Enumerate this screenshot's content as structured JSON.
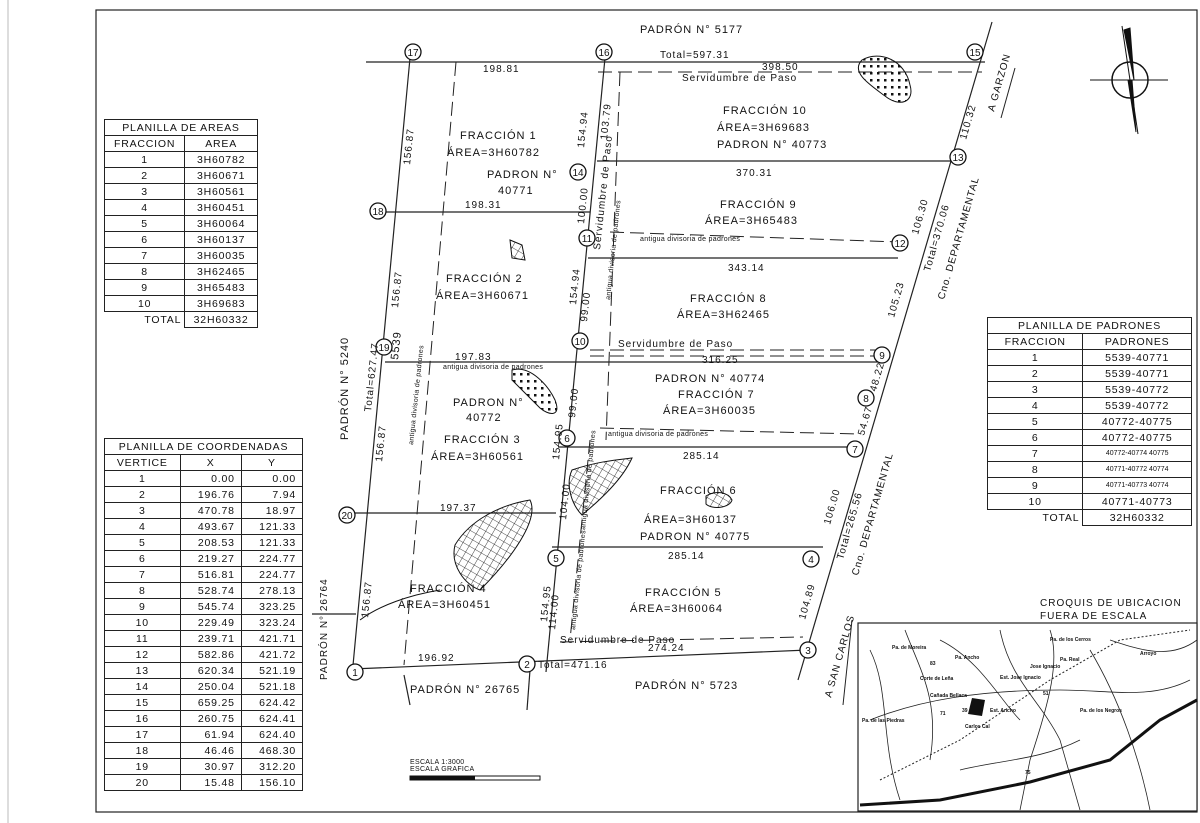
{
  "areas_table": {
    "title": "PLANILLA DE AREAS",
    "headers": [
      "FRACCION",
      "AREA"
    ],
    "rows": [
      [
        "1",
        "3H60782"
      ],
      [
        "2",
        "3H60671"
      ],
      [
        "3",
        "3H60561"
      ],
      [
        "4",
        "3H60451"
      ],
      [
        "5",
        "3H60064"
      ],
      [
        "6",
        "3H60137"
      ],
      [
        "7",
        "3H60035"
      ],
      [
        "8",
        "3H62465"
      ],
      [
        "9",
        "3H65483"
      ],
      [
        "10",
        "3H69683"
      ]
    ],
    "total_label": "TOTAL",
    "total_value": "32H60332"
  },
  "coords_table": {
    "title": "PLANILLA DE COORDENADAS",
    "headers": [
      "VERTICE",
      "X",
      "Y"
    ],
    "rows": [
      [
        "1",
        "0.00",
        "0.00"
      ],
      [
        "2",
        "196.76",
        "7.94"
      ],
      [
        "3",
        "470.78",
        "18.97"
      ],
      [
        "4",
        "493.67",
        "121.33"
      ],
      [
        "5",
        "208.53",
        "121.33"
      ],
      [
        "6",
        "219.27",
        "224.77"
      ],
      [
        "7",
        "516.81",
        "224.77"
      ],
      [
        "8",
        "528.74",
        "278.13"
      ],
      [
        "9",
        "545.74",
        "323.25"
      ],
      [
        "10",
        "229.49",
        "323.24"
      ],
      [
        "11",
        "239.71",
        "421.71"
      ],
      [
        "12",
        "582.86",
        "421.72"
      ],
      [
        "13",
        "620.34",
        "521.19"
      ],
      [
        "14",
        "250.04",
        "521.18"
      ],
      [
        "15",
        "659.25",
        "624.42"
      ],
      [
        "16",
        "260.75",
        "624.41"
      ],
      [
        "17",
        "61.94",
        "624.40"
      ],
      [
        "18",
        "46.46",
        "468.30"
      ],
      [
        "19",
        "30.97",
        "312.20"
      ],
      [
        "20",
        "15.48",
        "156.10"
      ]
    ]
  },
  "padrones_table": {
    "title": "PLANILLA DE PADRONES",
    "headers": [
      "FRACCION",
      "PADRONES"
    ],
    "rows": [
      [
        "1",
        "5539-40771"
      ],
      [
        "2",
        "5539-40771"
      ],
      [
        "3",
        "5539-40772"
      ],
      [
        "4",
        "5539-40772"
      ],
      [
        "5",
        "40772-40775"
      ],
      [
        "6",
        "40772-40775"
      ],
      [
        "7",
        "40772-40774 40775"
      ],
      [
        "8",
        "40771-40772 40774"
      ],
      [
        "9",
        "40771-40773 40774"
      ],
      [
        "10",
        "40771-40773"
      ]
    ],
    "total_label": "TOTAL",
    "total_value": "32H60332"
  },
  "vertices": [
    "1",
    "2",
    "3",
    "4",
    "5",
    "6",
    "7",
    "8",
    "9",
    "10",
    "11",
    "12",
    "13",
    "14",
    "15",
    "16",
    "17",
    "18",
    "19",
    "20"
  ],
  "plan": {
    "padron_5177": "PADRÓN N° 5177",
    "total_top": "Total=597.31",
    "d_198_81": "198.81",
    "d_398_50": "398.50",
    "serv_top": "Servidumbre de Paso",
    "f10_name": "FRACCIÓN 10",
    "f10_area": "ÁREA=3H69683",
    "f10_padron": "PADRON N° 40773",
    "f1_name": "FRACCIÓN 1",
    "f1_area": "ÁREA=3H60782",
    "f1_padron": "PADRON N°",
    "f1_padron_no": "40771",
    "d_370_31": "370.31",
    "d_198_31": "198.31",
    "f9_name": "FRACCIÓN 9",
    "f9_area": "ÁREA=3H65483",
    "antigua": "antigua divisoria de padrones",
    "d_343_14": "343.14",
    "f2_name": "FRACCIÓN 2",
    "f2_area": "ÁREA=3H60671",
    "f8_name": "FRACCIÓN 8",
    "f8_area": "ÁREA=3H62465",
    "serv_mid": "Servidumbre de Paso",
    "d_316_25": "316.25",
    "d_197_83": "197.83",
    "f7_padron": "PADRON N° 40774",
    "f7_name": "FRACCIÓN 7",
    "f7_area": "ÁREA=3H60035",
    "f3_padron": "PADRON N°",
    "f3_padron_no": "40772",
    "f3_name": "FRACCIÓN 3",
    "f3_area": "ÁREA=3H60561",
    "d_285_14a": "285.14",
    "f6_name": "FRACCIÓN 6",
    "f6_area": "ÁREA=3H60137",
    "f6_padron": "PADRON N° 40775",
    "d_197_37": "197.37",
    "d_285_14b": "285.14",
    "f5_name": "FRACCIÓN 5",
    "f5_area": "ÁREA=3H60064",
    "f4_name": "FRACCIÓN 4",
    "f4_area": "ÁREA=3H60451",
    "serv_bot": "Servidumbre de Paso",
    "d_274_24": "274.24",
    "d_196_92": "196.92",
    "total_bot": "Total=471.16",
    "padron_26765": "PADRÓN N° 26765",
    "padron_5723": "PADRÓN N° 5723",
    "padron_5240": "PADRÓN N° 5240",
    "total_left": "Total=627.47",
    "d_156_87": "156.87",
    "padron_5539": "5539",
    "padron_26764": "PADRÓN N° 26764",
    "d_154_94": "154.94",
    "d_103_79": "103.79",
    "d_100_00": "100.00",
    "d_99_00": "99.00",
    "d_154_95": "154.95",
    "d_104_00": "104.00",
    "d_114_00": "114.00",
    "d_110_32": "110.32",
    "a_garzon": "A GARZON",
    "d_106_30": "106.30",
    "total_east1": "Total=370.06",
    "cno_dep": "Cno. DEPARTAMENTAL",
    "d_105_23": "105.23",
    "d_48_22": "48.22",
    "d_54_67": "54.67",
    "d_106_00": "106.00",
    "total_east2": "Total=265.56",
    "d_104_89": "104.89",
    "a_san_carlos": "A SAN CARLOS"
  },
  "scale": {
    "line1": "ESCALA 1:3000",
    "line2": "ESCALA GRAFICA"
  },
  "location_map": {
    "title1": "CROQUIS DE UBICACION",
    "title2": "FUERA DE ESCALA",
    "places": [
      "Pa. de los Cerros",
      "Pa. Real",
      "Pa. de Moreira",
      "Pa. Ancho",
      "Corte de Leña",
      "Cañada Bellaca",
      "Est. Jose Ignacio",
      "Jose Ignacio",
      "Est. Ancho",
      "Carlos Cal",
      "Pa. de los Negros",
      "Arroyo",
      "Pa. de las Piedras",
      "83",
      "71",
      "51",
      "39",
      "75"
    ]
  }
}
